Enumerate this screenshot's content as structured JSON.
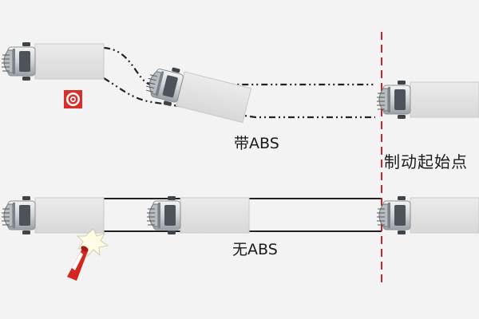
{
  "labels": {
    "with_abs": "带ABS",
    "without_abs": "无ABS",
    "braking_start": "制动起始点"
  },
  "colors": {
    "background": "#f3f3f3",
    "truck_body": "#e2e2e2",
    "path_line": "#222222",
    "start_line": "#c8242a",
    "target_red": "#d62f2c",
    "cone_red": "#d3261f"
  },
  "icons": [
    "truck-icon",
    "target-icon",
    "traffic-cone-icon",
    "collision-burst-icon"
  ]
}
